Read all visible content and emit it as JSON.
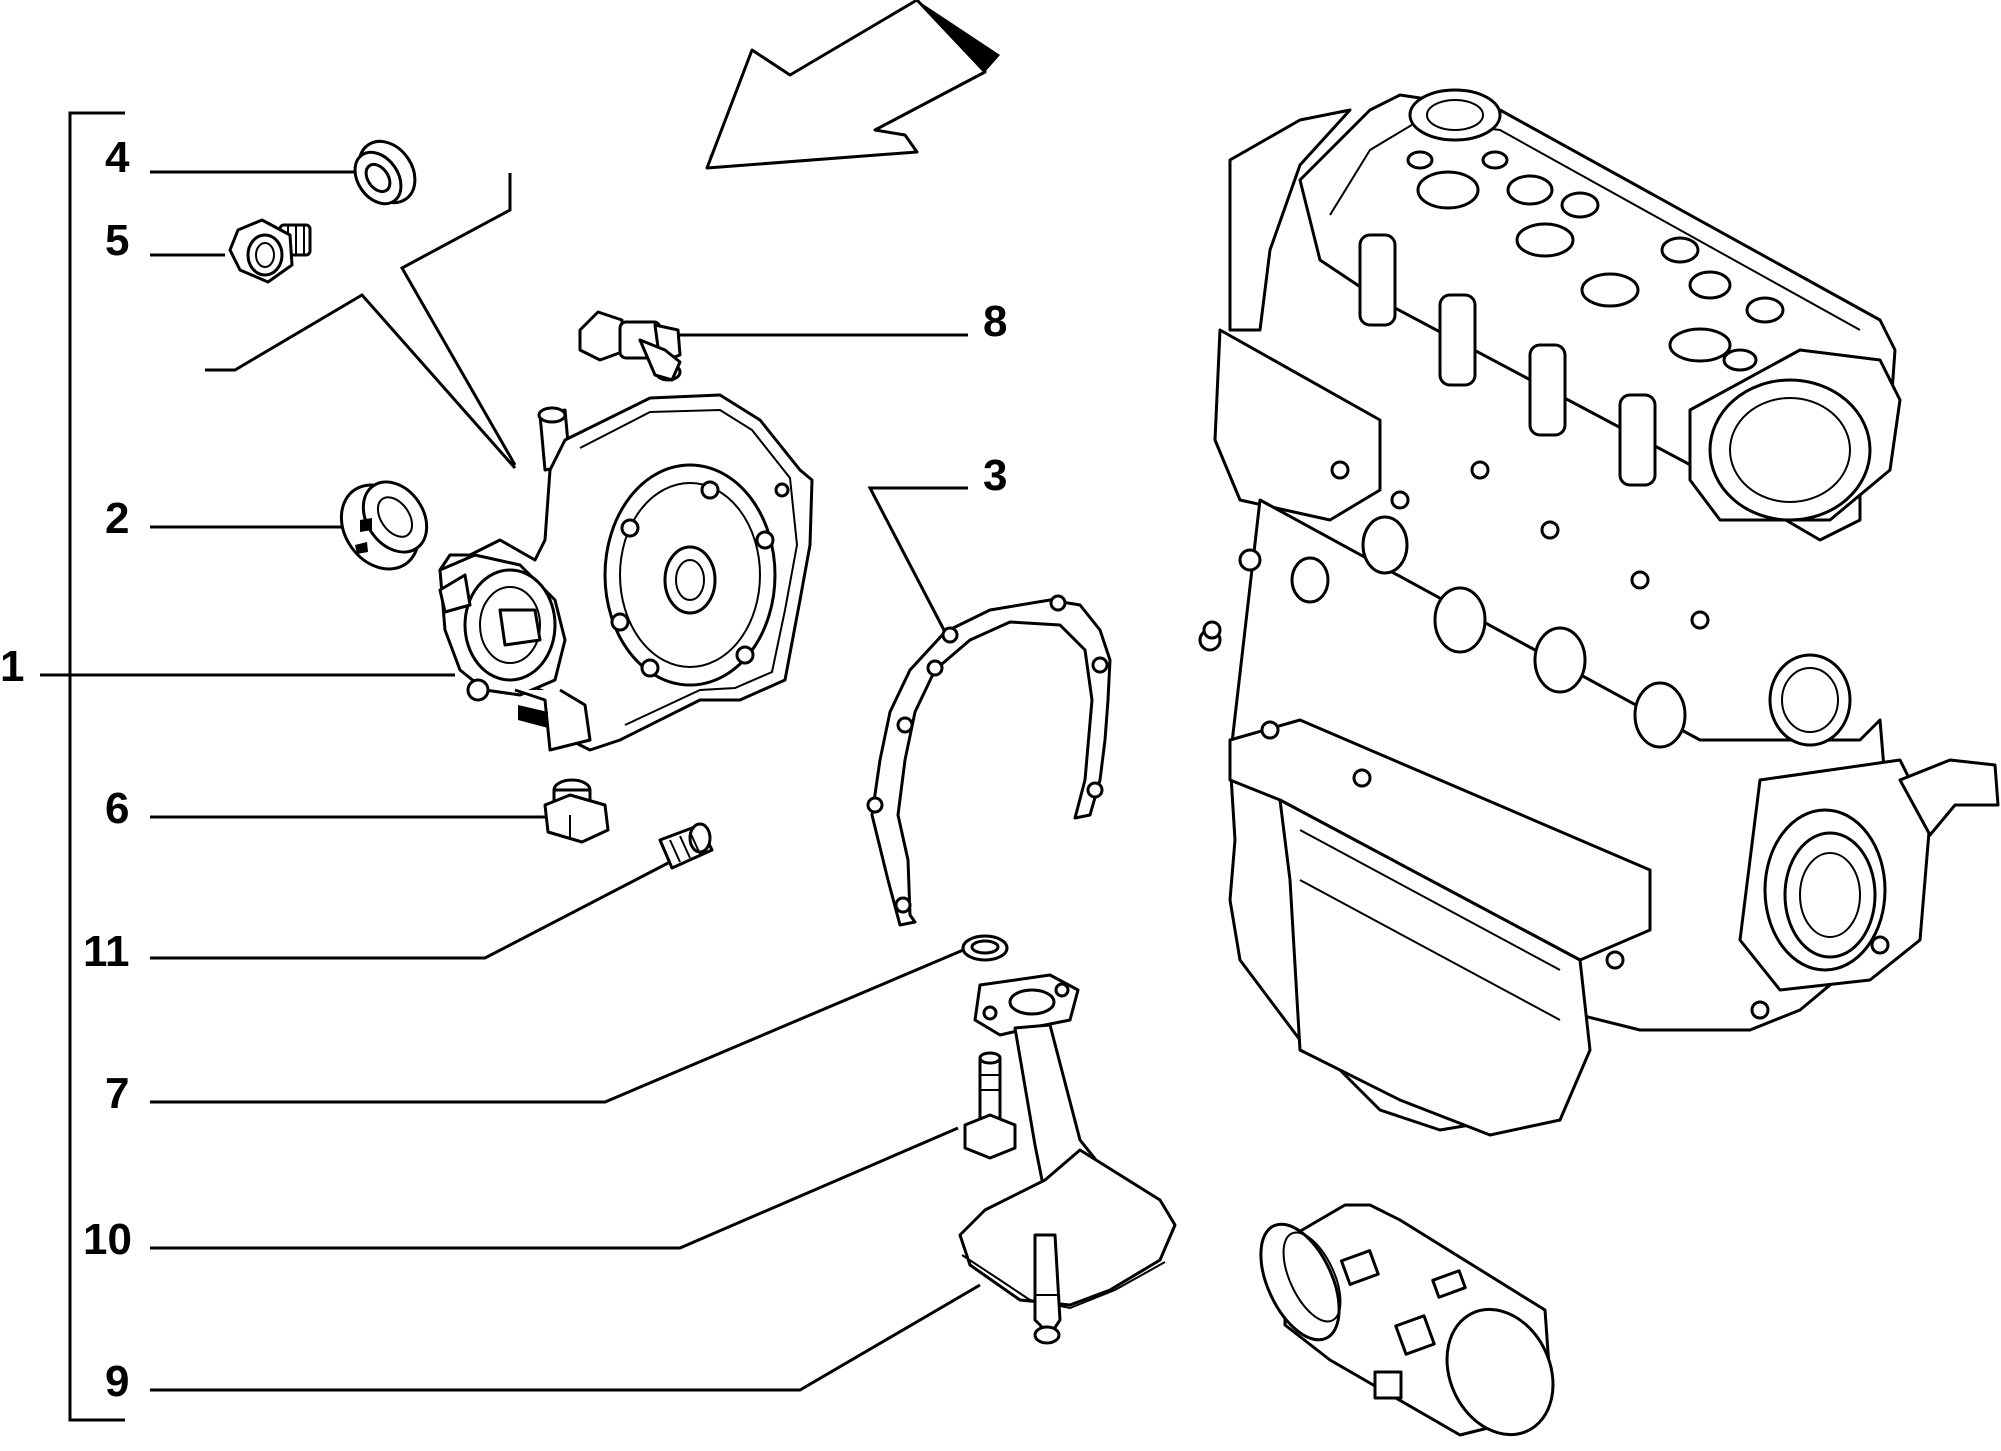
{
  "callouts": [
    {
      "id": "1",
      "label": "1"
    },
    {
      "id": "2",
      "label": "2"
    },
    {
      "id": "3",
      "label": "3"
    },
    {
      "id": "4",
      "label": "4"
    },
    {
      "id": "5",
      "label": "5"
    },
    {
      "id": "6",
      "label": "6"
    },
    {
      "id": "7",
      "label": "7"
    },
    {
      "id": "8",
      "label": "8"
    },
    {
      "id": "9",
      "label": "9"
    },
    {
      "id": "10",
      "label": "10"
    },
    {
      "id": "11",
      "label": "11"
    }
  ],
  "parts": [
    {
      "callout": "1",
      "name": "oil-pump-assembly"
    },
    {
      "callout": "2",
      "name": "bushing"
    },
    {
      "callout": "3",
      "name": "cover-gasket"
    },
    {
      "callout": "4",
      "name": "seal-ring"
    },
    {
      "callout": "5",
      "name": "plug"
    },
    {
      "callout": "6",
      "name": "plug"
    },
    {
      "callout": "7",
      "name": "o-ring"
    },
    {
      "callout": "8",
      "name": "pressure-valve"
    },
    {
      "callout": "9",
      "name": "oil-strainer"
    },
    {
      "callout": "10",
      "name": "bolt"
    },
    {
      "callout": "11",
      "name": "stud"
    }
  ]
}
